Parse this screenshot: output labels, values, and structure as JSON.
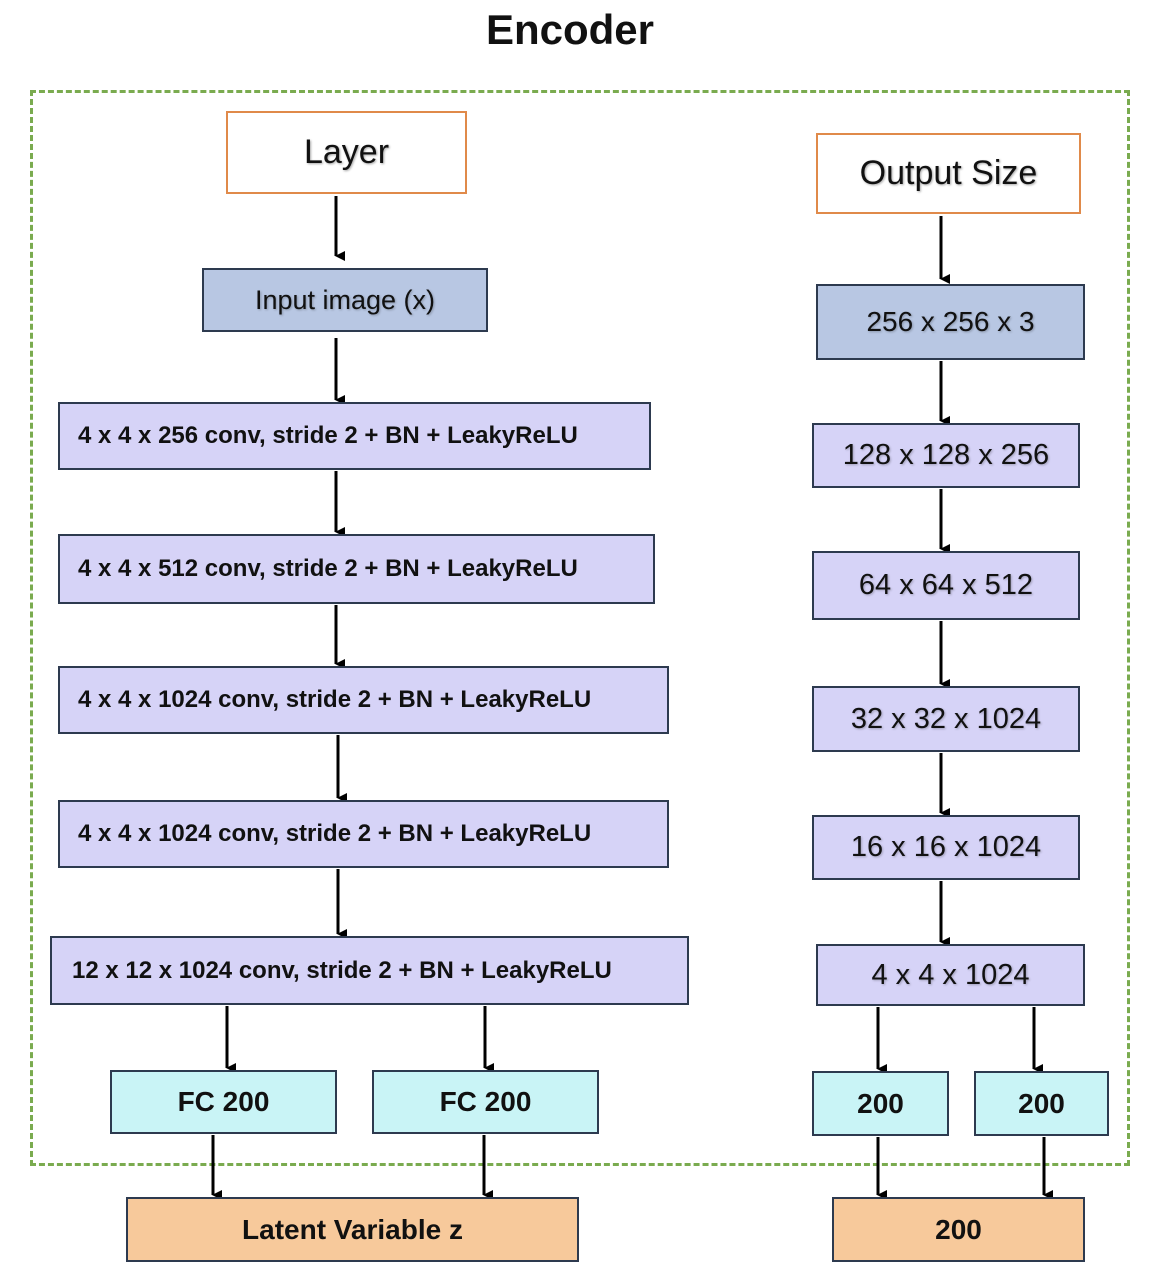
{
  "title": "Encoder",
  "layers": {
    "header": "Layer",
    "input": "Input image (x)",
    "conv1": "4 x 4 x 256  conv, stride  2 + BN  + LeakyReLU",
    "conv2": "4 x 4 x 512  conv, stride  2 + BN  + LeakyReLU",
    "conv3": "4 x 4 x 1024  conv, stride  2 + BN  + LeakyReLU",
    "conv4": "4 x 4 x 1024  conv, stride  2 + BN  + LeakyReLU",
    "conv5": "12  x 12  x 1024  conv, stride 2 + BN + LeakyReLU",
    "fc_left": "FC 200",
    "fc_right": "FC 200",
    "latent": "Latent Variable  z"
  },
  "sizes": {
    "header": "Output Size",
    "s1": "256 x 256 x 3",
    "s2": "128 x 128 x 256",
    "s3": "64 x 64 x 512",
    "s4": "32 x 32 x 1024",
    "s5": "16 x 16 x 1024",
    "s6": "4 x 4 x 1024",
    "out_left": "200",
    "out_right": "200",
    "final": "200"
  },
  "colors": {
    "frame": "#7aab4f",
    "header_border": "#e08a4a",
    "input_fill": "#b8c7e3",
    "conv_fill": "#d6d3f7",
    "fc_fill": "#c9f4f6",
    "output_fill": "#f7c99b"
  }
}
